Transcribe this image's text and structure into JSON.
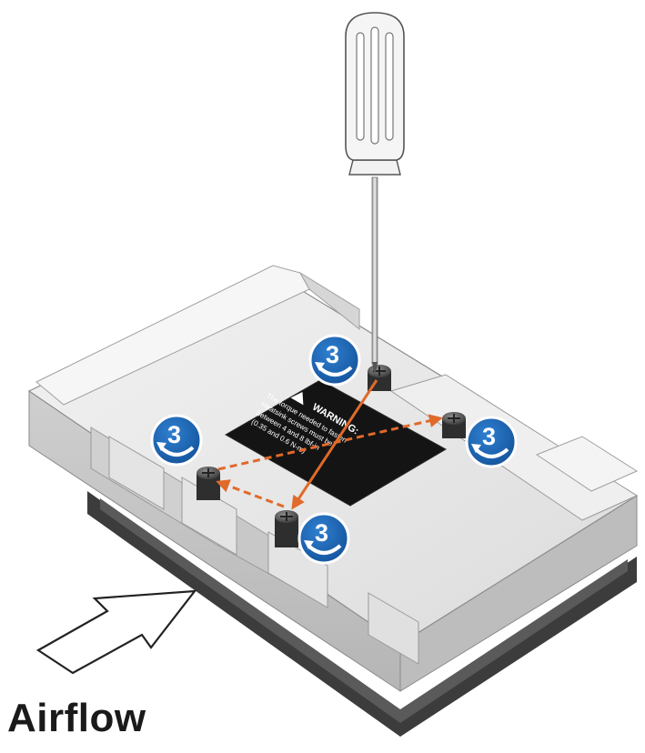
{
  "caption": "Airflow",
  "step_number": "3",
  "warning": {
    "title": "WARNING:",
    "lines": [
      "The torque needed to fasten",
      "Heatsink screws must be",
      "between 4 and 8 lbf-in",
      "(0.35 and 0.6 N-m)"
    ]
  },
  "colors": {
    "badge": "#1c64b4",
    "arrow": "#e06a2a",
    "screwdriver_handle": "#f4f4f4",
    "heatsink_top": "#e9e9e9",
    "label": "#1e1e1e"
  },
  "icons": [
    "screwdriver-icon",
    "screw-icon",
    "step-badge-icon",
    "rotate-clockwise-icon",
    "airflow-arrow-icon",
    "warning-triangle-icon"
  ]
}
